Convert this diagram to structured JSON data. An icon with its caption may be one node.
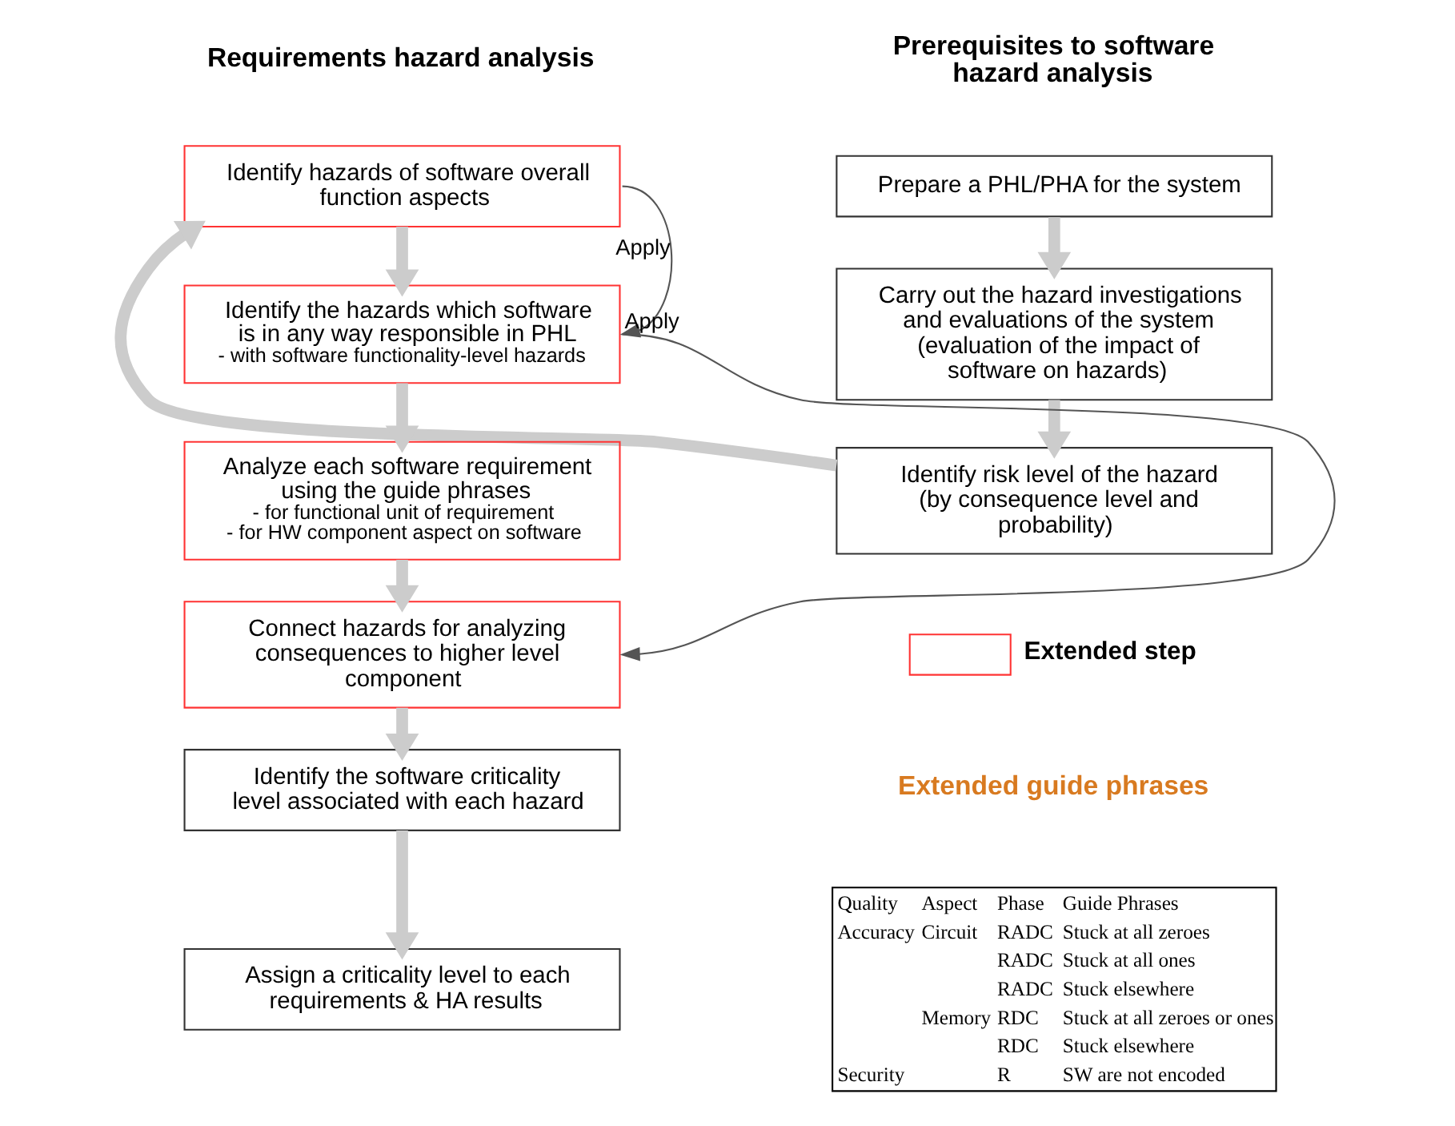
{
  "diagram": {
    "nodes": [
      {
        "text": [
          "Prepare a PHL/PHA for the system"
        ]
      },
      {
        "text": [
          "Carry out the hazard investigations and evaluations of the system (evaluation of the impact of software on hazards)"
        ]
      },
      {
        "text": [
          "Identify risk level of the hazard (by consequence level and probability)"
        ]
      },
      {
        "text": [
          "Identify hazards of software overall function aspects"
        ]
      },
      {
        "text": [
          "Identify the hazards which software is in any way responsible in PHL",
          "- with software functionality-level hazards"
        ]
      },
      {
        "text": [
          "Analyze each software requirement using the guide phrases",
          "- for functional unit of requirement",
          "- for HW component aspect on software"
        ]
      },
      {
        "text": [
          "Connect hazards for analyzing consequences to higher level component"
        ]
      },
      {
        "text": [
          "Identify the software criticality level associated with each hazard"
        ]
      },
      {
        "text": [
          "Assign a criticality level to each requirements & HA results"
        ]
      }
    ],
    "edges": [
      {
        "from": 0,
        "to": 1,
        "arrow": "to"
      },
      {
        "from": 1,
        "to": 2,
        "arrow": "to"
      },
      {
        "from": 2,
        "to": 3,
        "arrow": "to"
      },
      {
        "from": 3,
        "to": 4,
        "arrow": "to"
      },
      {
        "from": 4,
        "to": 5,
        "arrow": "to"
      },
      {
        "from": 5,
        "to": 6,
        "arrow": "to"
      },
      {
        "from": 6,
        "to": 7,
        "arrow": "to"
      },
      {
        "from": 7,
        "to": 8,
        "arrow": "to"
      },
      {
        "from": 3,
        "to": 4,
        "arrow": "to",
        "label": "Apply",
        "color": "#555555"
      },
      {
        "from": 4,
        "to": 6,
        "arrow": "to",
        "label": "Apply",
        "color": "#555555"
      }
    ],
    "labels": [
      "Prerequisites to software hazard analysis",
      "Requirements hazard analysis",
      "Extended guide phrases",
      "Quality",
      "Aspect",
      "Phase",
      "Guide Phrases",
      "Accuracy",
      "Circuit",
      "RADC",
      "Stuck at all zeroes",
      "RADC",
      "Stuck at all ones",
      "RADC",
      "Stuck elsewhere",
      "Memory",
      "RDC",
      "Stuck at all zeroes or ones",
      "RDC",
      "Stuck elsewhere",
      "Security",
      "R",
      "SW are not encoded"
    ],
    "legend": [
      {
        "text": "Extended step"
      }
    ]
  }
}
